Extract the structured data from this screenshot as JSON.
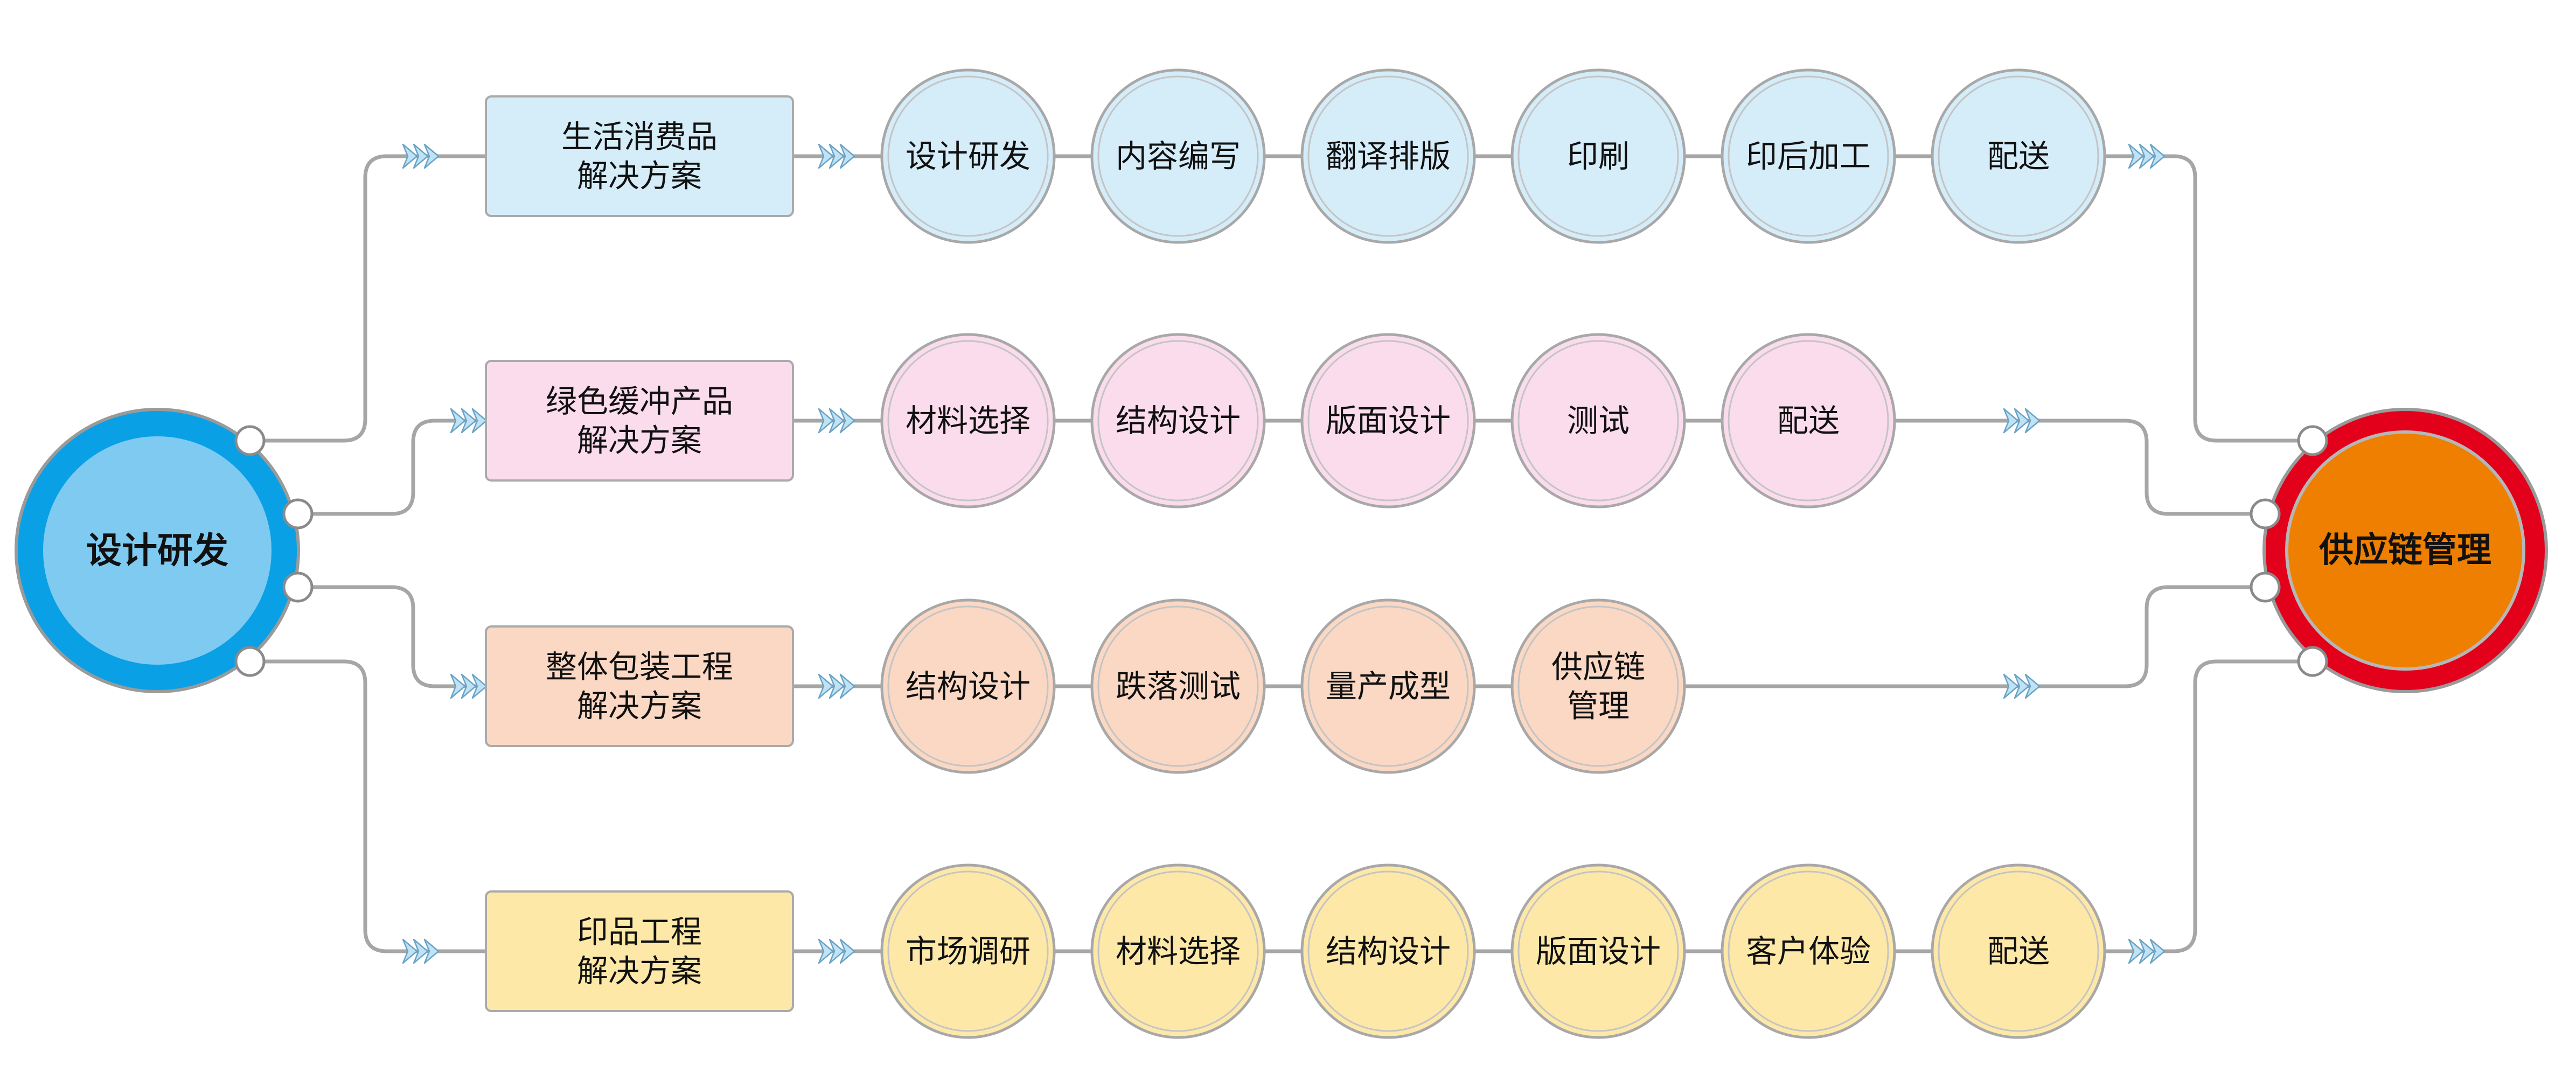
{
  "source_node": {
    "label": "设计研发"
  },
  "target_node": {
    "label": "供应链管理"
  },
  "colors": {
    "line": "#a6a6a6",
    "arrow": "#bfe3f5",
    "arrow_stroke": "#6aa3c5",
    "source_outer": "#0aa0e6",
    "source_inner": "#7fcaf1",
    "target_outer": "#e3001b",
    "target_inner": "#ef7f00"
  },
  "rows": [
    {
      "solution_lines": [
        "生活消费品",
        "解决方案"
      ],
      "fill": "#d5ecf9",
      "stroke": "#aaaaaa",
      "steps": [
        [
          "设计研发"
        ],
        [
          "内容编写"
        ],
        [
          "翻译排版"
        ],
        [
          "印刷"
        ],
        [
          "印后加工"
        ],
        [
          "配送"
        ]
      ]
    },
    {
      "solution_lines": [
        "绿色缓冲产品",
        "解决方案"
      ],
      "fill": "#fadcec",
      "stroke": "#aaaaaa",
      "steps": [
        [
          "材料选择"
        ],
        [
          "结构设计"
        ],
        [
          "版面设计"
        ],
        [
          "测试"
        ],
        [
          "配送"
        ]
      ]
    },
    {
      "solution_lines": [
        "整体包装工程",
        "解决方案"
      ],
      "fill": "#fad8c4",
      "stroke": "#aaaaaa",
      "steps": [
        [
          "结构设计"
        ],
        [
          "跌落测试"
        ],
        [
          "量产成型"
        ],
        [
          "供应链",
          "管理"
        ]
      ]
    },
    {
      "solution_lines": [
        "印品工程",
        "解决方案"
      ],
      "fill": "#fde8a8",
      "stroke": "#aaaaaa",
      "steps": [
        [
          "市场调研"
        ],
        [
          "材料选择"
        ],
        [
          "结构设计"
        ],
        [
          "版面设计"
        ],
        [
          "客户体验"
        ],
        [
          "配送"
        ]
      ]
    }
  ]
}
